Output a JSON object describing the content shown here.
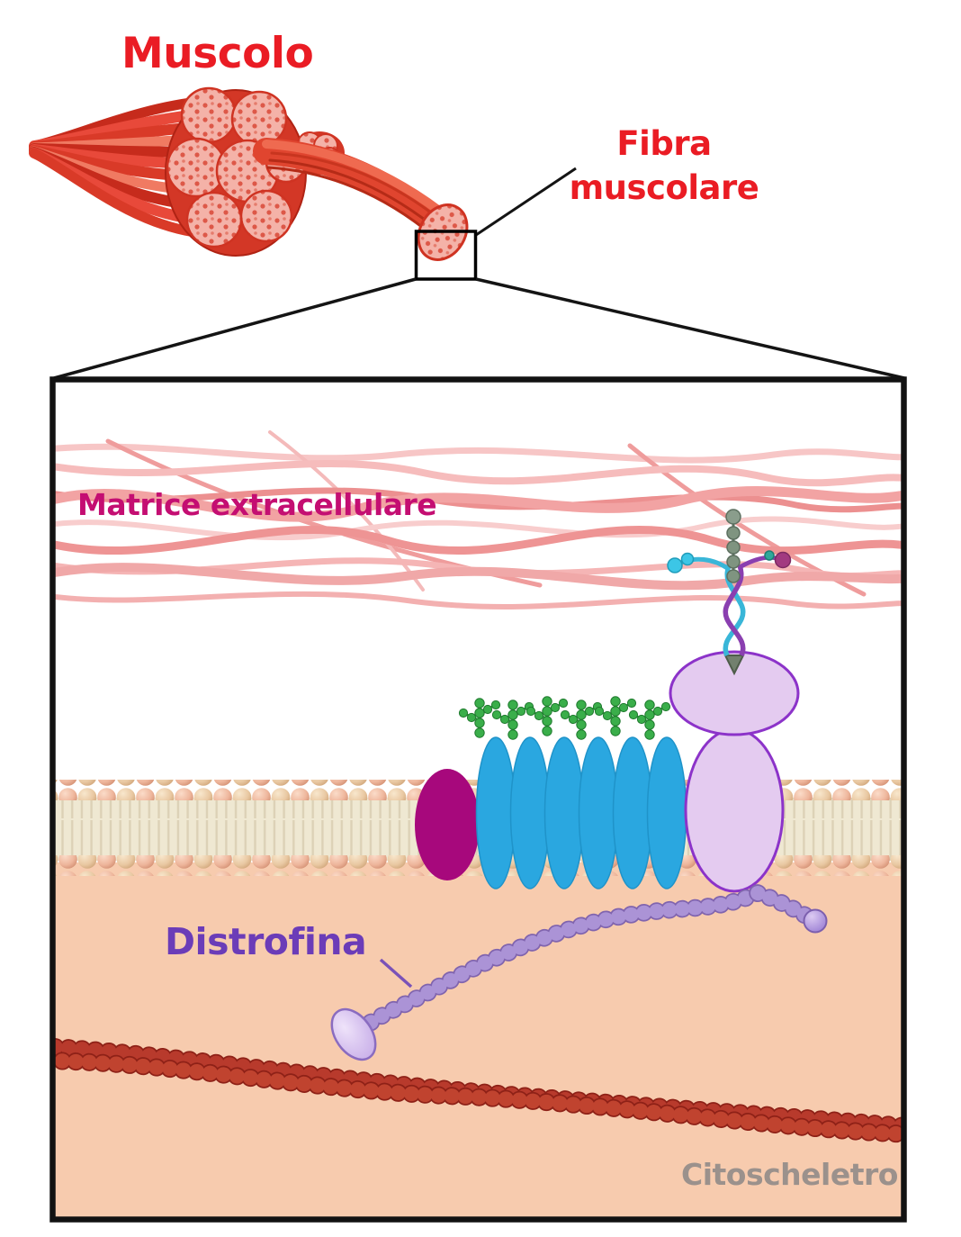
{
  "labels": {
    "muscolo": "Muscolo",
    "fibra_muscolare": "Fibra muscolare",
    "matrice_extracellulare": "Matrice extracellulare",
    "distrofina": "Distrofina",
    "citoscheletro": "Citoscheletro"
  },
  "palette": {
    "label_red": "#ea1c24",
    "label_magenta": "#c40e72",
    "label_purple": "#6b3cb8",
    "label_gray": "#9b918c",
    "muscle_red": "#d33726",
    "muscle_pink": "#f4b2a8",
    "ecm_fiber_pink": "#f2a6a6",
    "membrane_head_tan": "#e9c8a2",
    "membrane_tail_beige": "#efe8d2",
    "cytoplasm_peach": "#f7cbae",
    "channel_protein_blue": "#2aa7e0",
    "sarcoglycan_magenta": "#a7087c",
    "dystroglycan_lavender": "#e4cbf0",
    "dystroglycan_outline": "#8c33c9",
    "glycan_green": "#2f9e3f",
    "dystrophin_purple": "#a78fd2",
    "actin_dark_red": "#b5392b",
    "laminin_cyan": "#39b6d8",
    "laminin_purple": "#8a3fb0",
    "box_border": "#121212"
  }
}
